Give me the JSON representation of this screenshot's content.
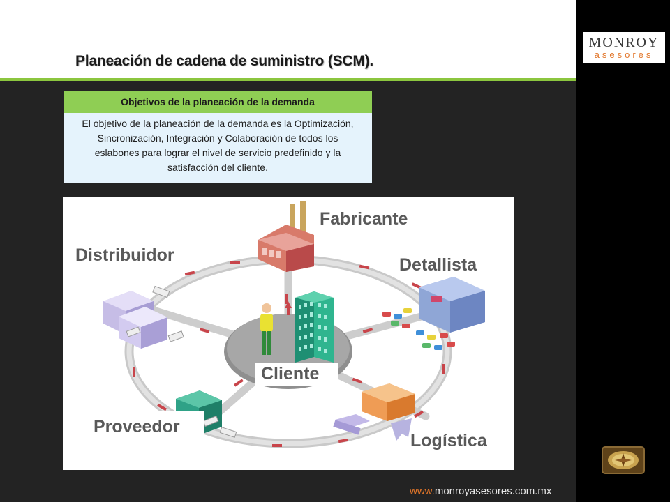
{
  "header": {
    "title": "Planeación de cadena de suministro (SCM).",
    "logo_line1": "MONROY",
    "logo_line2": "asesores"
  },
  "objectives": {
    "heading": "Objetivos de la planeación de la demanda",
    "body": "El objetivo de la planeación de la demanda es la Optimización, Sincronización, Integración y Colaboración de todos los eslabones para lograr el nivel de servicio predefinido y la satisfacción del cliente."
  },
  "diagram": {
    "center": "Cliente",
    "nodes": {
      "fabricante": "Fabricante",
      "detallista": "Detallista",
      "logistica": "Logística",
      "proveedor": "Proveedor",
      "distribuidor": "Distribuidor"
    }
  },
  "footer": {
    "url_prefix": "www.",
    "url_rest": "monroyasesores.com.mx"
  },
  "colors": {
    "accent_green": "#8cc63f",
    "header_green": "#8fce54",
    "brand_orange": "#e2762a"
  },
  "icons": [
    "compass-icon"
  ]
}
